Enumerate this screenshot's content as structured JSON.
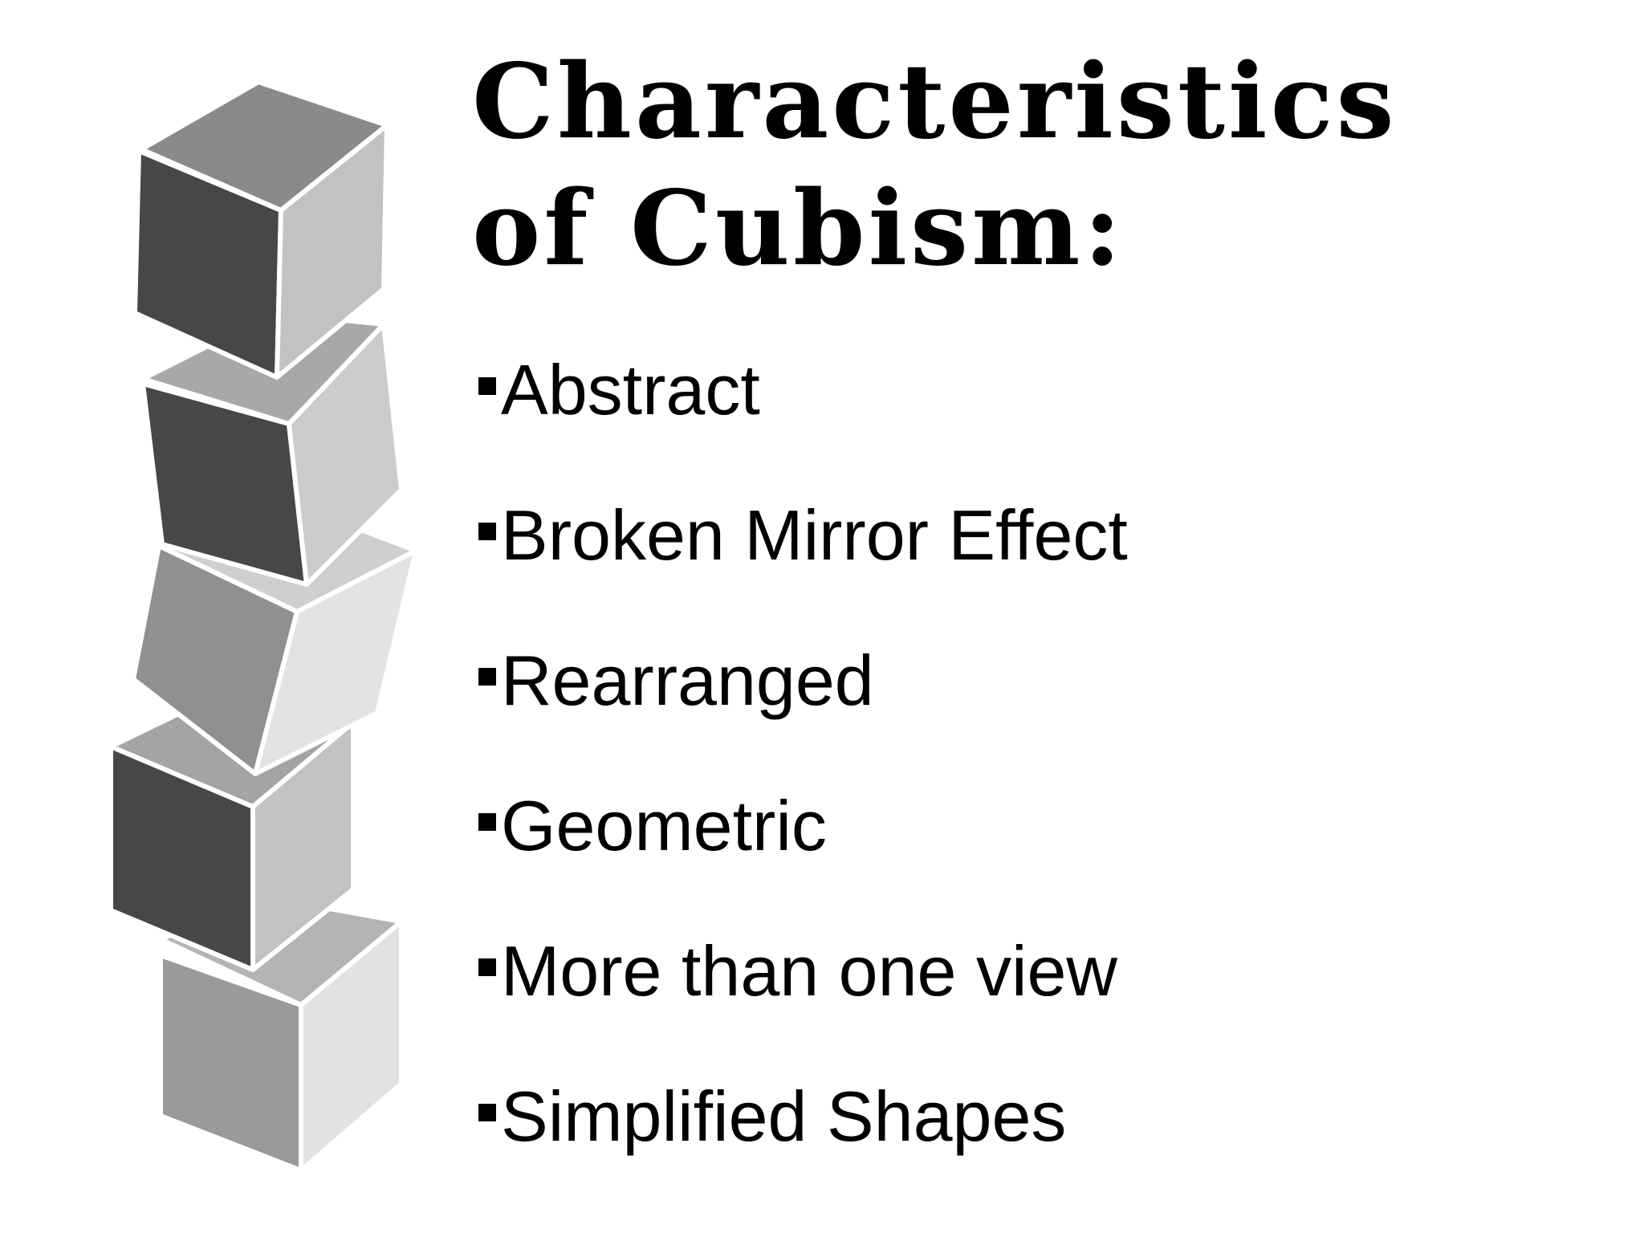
{
  "slide": {
    "title_line1": "Characteristics",
    "title_line2": "of Cubism:",
    "bullets": [
      "Abstract",
      "Broken Mirror Effect",
      "Rearranged",
      "Geometric",
      "More than one view",
      "Simplified Shapes"
    ],
    "bullet_icon": "square-bullet-icon",
    "illustration": "stacked-cubes-illustration"
  }
}
